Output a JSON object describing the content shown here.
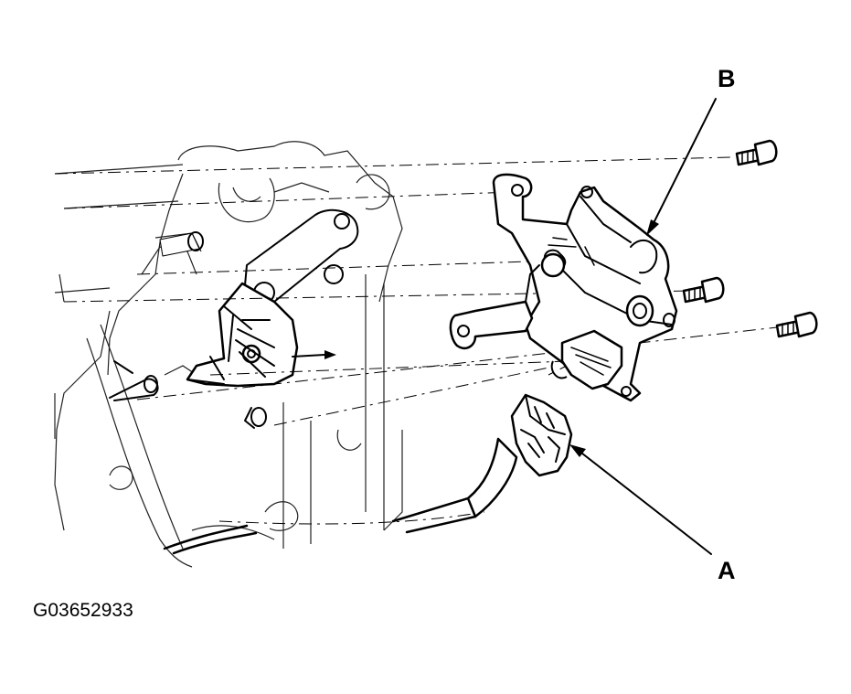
{
  "diagram": {
    "labels": {
      "a": "A",
      "b": "B"
    },
    "figure_code": "G03652933",
    "icons": {
      "engine": "transmission-housing-outline",
      "sensor": "position-sensor-assembly",
      "connector": "harness-connector",
      "bolt": "flange-bolt"
    }
  }
}
